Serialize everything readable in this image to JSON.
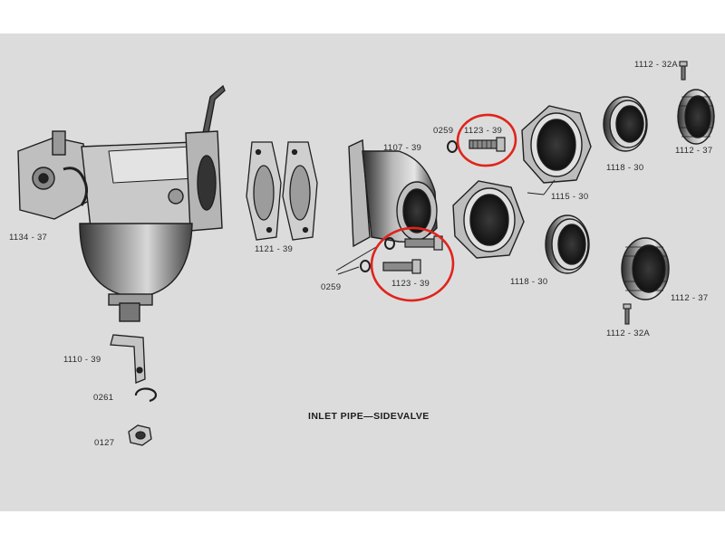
{
  "caption": "INLET PIPE—SIDEVALVE",
  "parts": {
    "p1134_37": "1134 - 37",
    "p1121_39": "1121 - 39",
    "p1107_39": "1107 - 39",
    "p0259_top": "0259",
    "p1123_39_top": "1123 - 39",
    "p0259_bottom": "0259",
    "p1123_39_bottom": "1123 - 39",
    "p1115_30": "1115 - 30",
    "p1118_30_top": "1118 - 30",
    "p1118_30_bottom": "1118 - 30",
    "p1112_32A_top": "1112 - 32A",
    "p1112_37_top": "1112 - 37",
    "p1112_37_bottom": "1112 - 37",
    "p1112_32A_bottom": "1112 - 32A",
    "p1110_39": "1110 - 39",
    "p0261": "0261",
    "p0127": "0127"
  },
  "highlight_color": "#e0241b",
  "ink_color": "#1f1f1f"
}
